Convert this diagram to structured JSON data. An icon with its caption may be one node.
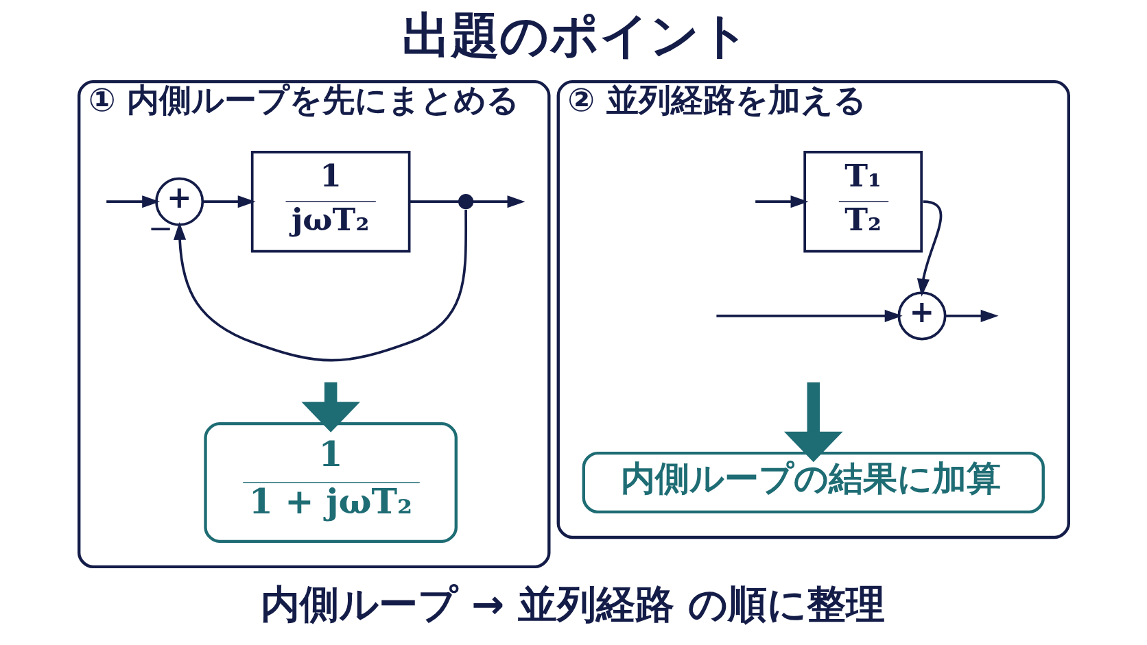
{
  "diagram": {
    "title": "出題のポイント",
    "nodes": [
      {
        "text": [
          "① 内側ループを先にまとめる"
        ]
      },
      {
        "text": [
          "+"
        ],
        "in": 0
      },
      {
        "text": [
          "1",
          "jωT₂"
        ],
        "in": 0
      },
      {
        "text": [],
        "shape": "circle",
        "in": 0
      },
      {
        "text": [
          "1",
          "1 + jωT₂"
        ],
        "in": 0
      },
      {
        "text": [
          "② 並列経路を加える"
        ]
      },
      {
        "text": [
          "T₁",
          "T₂"
        ],
        "in": 5
      },
      {
        "text": [
          "+"
        ],
        "in": 5
      },
      {
        "text": [
          "内側ループの結果に加算"
        ],
        "in": 5
      }
    ],
    "edges": [
      {
        "from": null,
        "to": 1,
        "arrow": "to"
      },
      {
        "from": 1,
        "to": 2,
        "arrow": "to"
      },
      {
        "from": 2,
        "to": 3,
        "arrow": "none"
      },
      {
        "from": 3,
        "to": null,
        "arrow": "to"
      },
      {
        "from": 3,
        "to": 1,
        "arrow": "to",
        "label": "−"
      },
      {
        "from": null,
        "to": 4,
        "arrow": "to",
        "style": "thick",
        "color": "#1e6c74"
      },
      {
        "from": null,
        "to": 6,
        "arrow": "to"
      },
      {
        "from": 6,
        "to": 7,
        "arrow": "to"
      },
      {
        "from": null,
        "to": 7,
        "arrow": "to"
      },
      {
        "from": 7,
        "to": null,
        "arrow": "to"
      },
      {
        "from": null,
        "to": 8,
        "arrow": "to",
        "style": "thick",
        "color": "#1e6c74"
      }
    ],
    "caption": "内側ループ → 並列経路 の順に整理"
  }
}
